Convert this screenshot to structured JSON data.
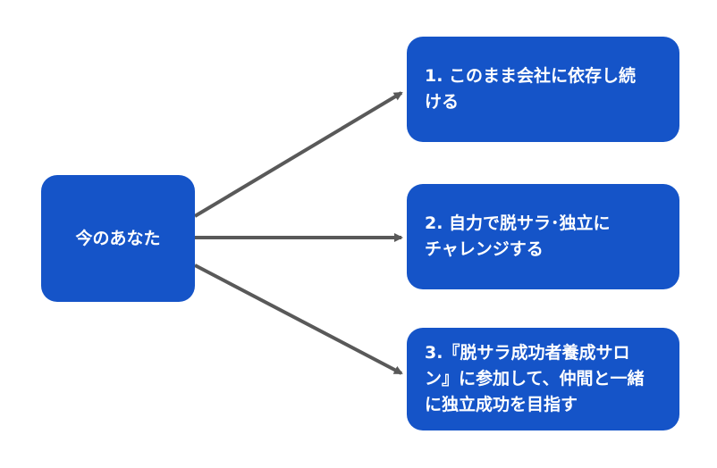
{
  "diagram": {
    "source": {
      "label": "今のあなた"
    },
    "options": [
      {
        "lines": [
          "1. このまま会社に依存し続",
          "ける"
        ]
      },
      {
        "lines": [
          "2.  自力で脱サラ･独立に",
          "チャレンジする"
        ]
      },
      {
        "lines": [
          "3.『脱サラ成功者養成サロ",
          "ン』に参加して、仲間と一緒",
          "に独立成功を目指す"
        ]
      }
    ],
    "colors": {
      "box_fill": "#1554c8",
      "box_text": "#ffffff",
      "arrow": "#595959",
      "background": "#ffffff"
    }
  }
}
